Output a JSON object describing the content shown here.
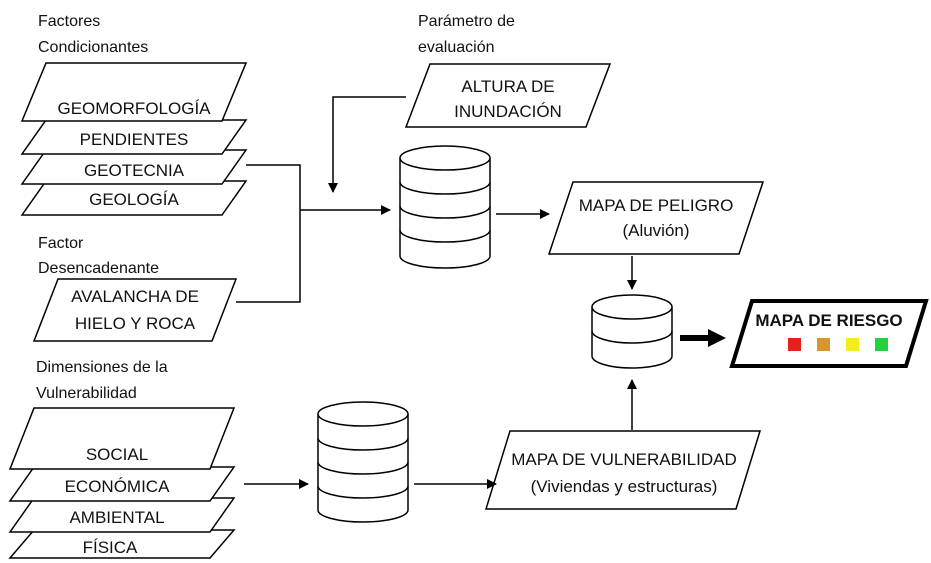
{
  "labels": {
    "conditioning": [
      "Factores",
      "Condicionantes"
    ],
    "evaluation": [
      "Parámetro de",
      "evaluación"
    ],
    "trigger": [
      "Factor",
      "Desencadenante"
    ],
    "vulnerability": [
      "Dimensiones de la",
      "Vulnerabilidad"
    ]
  },
  "conditioning_layers": [
    "GEOMORFOLOGÍA",
    "PENDIENTES",
    "GEOTECNIA",
    "GEOLOGÍA"
  ],
  "evaluation_box": [
    "ALTURA DE",
    "INUNDACIÓN"
  ],
  "trigger_box": [
    "AVALANCHA DE",
    "HIELO Y ROCA"
  ],
  "vulnerability_layers": [
    "SOCIAL",
    "ECONÓMICA",
    "AMBIENTAL",
    "FÍSICA"
  ],
  "hazard_map": [
    "MAPA DE PELIGRO",
    "(Aluvión)"
  ],
  "vulnerability_map": [
    "MAPA DE VULNERABILIDAD",
    "(Viviendas y estructuras)"
  ],
  "risk_map": {
    "title": "MAPA DE RIESGO",
    "legend_colors": [
      "#e8201c",
      "#d9952a",
      "#f2ee1d",
      "#1ed43a"
    ]
  },
  "colors": {
    "fisica_text": "#2a5ab8"
  }
}
